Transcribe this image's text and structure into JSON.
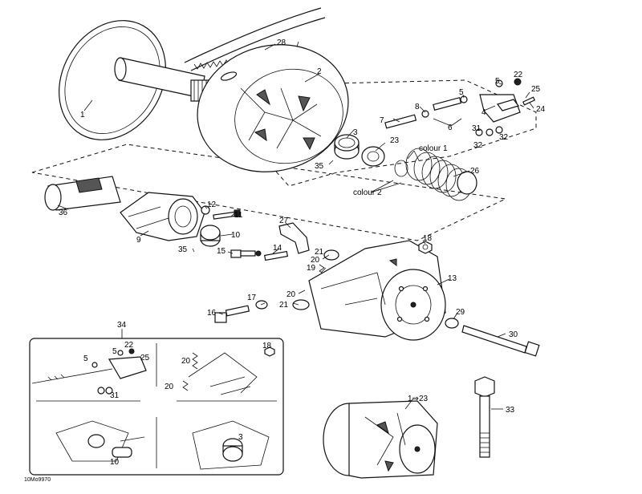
{
  "diagram": {
    "callouts": [
      "1",
      "2",
      "3",
      "4",
      "5",
      "5",
      "6",
      "7",
      "8",
      "9",
      "10",
      "11",
      "12",
      "13",
      "14",
      "15",
      "16",
      "17",
      "18",
      "19",
      "20",
      "20",
      "21",
      "21",
      "22",
      "23",
      "24",
      "25",
      "26",
      "27",
      "28",
      "29",
      "30",
      "31",
      "32",
      "32",
      "33",
      "34",
      "35",
      "35",
      "36"
    ],
    "colour_labels": [
      "colour 1",
      "colour 2"
    ],
    "inset_labels": {
      "i22": "22",
      "i5a": "5",
      "i5b": "5",
      "i25": "25",
      "i31": "31",
      "i20a": "20",
      "i20b": "20",
      "i18": "18",
      "i3": "3",
      "i10": "10"
    },
    "sub_label": "1⇒23",
    "drawing_code": "10Mo9970"
  }
}
